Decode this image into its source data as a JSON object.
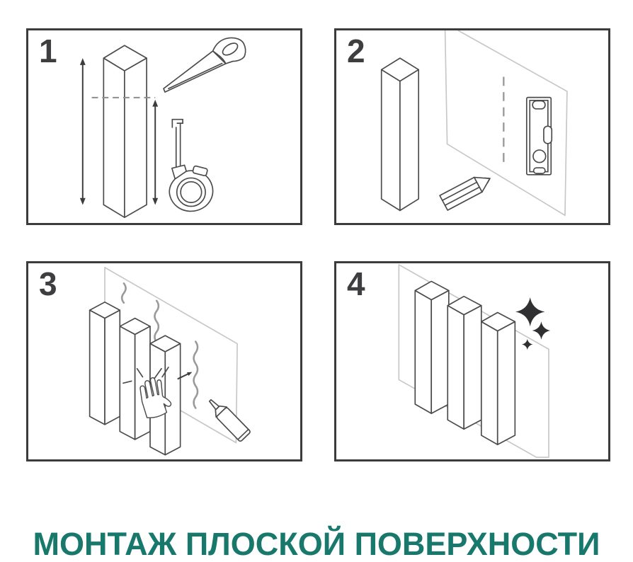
{
  "title": {
    "text": "МОНТАЖ ПЛОСКОЙ ПОВЕРХНОСТИ",
    "color": "#17786b"
  },
  "steps": [
    {
      "number": "1",
      "icons": [
        "wood-slat",
        "measure-arrows",
        "cut-dashed-line",
        "hand-saw",
        "tape-measure"
      ]
    },
    {
      "number": "2",
      "icons": [
        "wood-slat",
        "wall",
        "marking-dashed-line",
        "spirit-level",
        "pencil"
      ]
    },
    {
      "number": "3",
      "icons": [
        "wood-slats",
        "wall",
        "adhesive-beads",
        "pressing-hand",
        "motion-arrow",
        "sealant-tube"
      ]
    },
    {
      "number": "4",
      "icons": [
        "wood-slats",
        "wall",
        "sparkles"
      ]
    }
  ],
  "colors": {
    "title_text": "#17786b",
    "panel_border": "#3c3c3e",
    "line_art": "#4b4b4d",
    "wall_line": "#c7c7c7",
    "adhesive_line": "#9a9a9a"
  }
}
